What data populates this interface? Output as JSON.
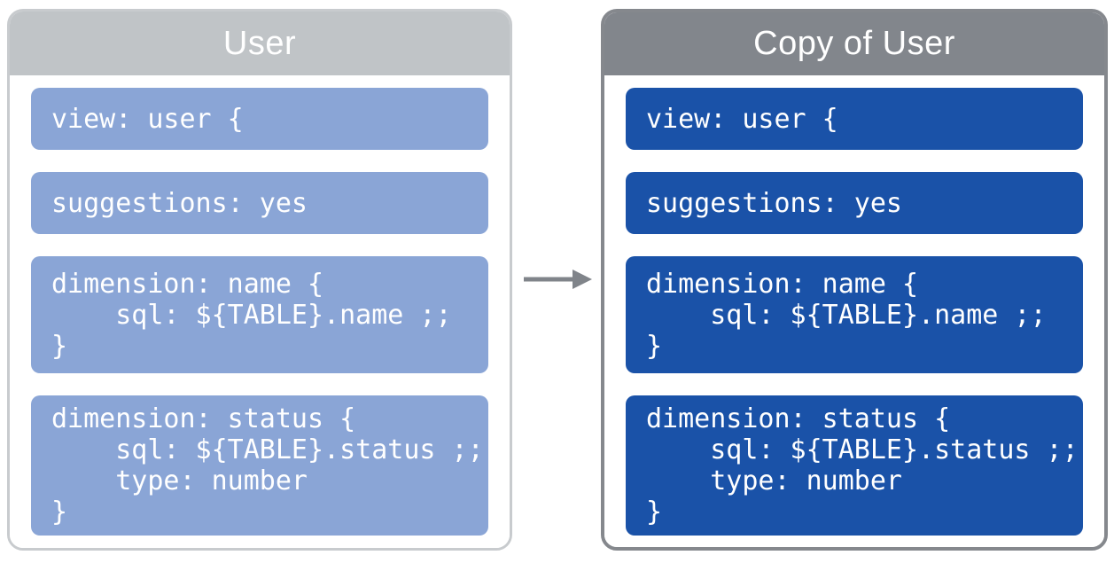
{
  "panels": {
    "left": {
      "title": "User",
      "header_color": "#c0c4c7",
      "border_color": "#c8cbce",
      "block_color": "#8aa5d6",
      "body_color": "#ffffff",
      "text_color": "#ffffff",
      "blocks": [
        {
          "lines": [
            "view: user {"
          ]
        },
        {
          "lines": [
            "suggestions: yes"
          ]
        },
        {
          "lines": [
            "dimension: name {",
            "    sql: ${TABLE}.name ;;",
            "}"
          ]
        },
        {
          "lines": [
            "dimension: status {",
            "    sql: ${TABLE}.status ;;",
            "    type: number",
            "}"
          ]
        }
      ]
    },
    "right": {
      "title": "Copy of User",
      "header_color": "#82868c",
      "border_color": "#85888d",
      "block_color": "#1a52a8",
      "body_color": "#ffffff",
      "text_color": "#ffffff",
      "blocks": [
        {
          "lines": [
            "view: user {"
          ]
        },
        {
          "lines": [
            "suggestions: yes"
          ]
        },
        {
          "lines": [
            "dimension: name {",
            "    sql: ${TABLE}.name ;;",
            "}"
          ]
        },
        {
          "lines": [
            "dimension: status {",
            "    sql: ${TABLE}.status ;;",
            "    type: number",
            "}"
          ]
        }
      ]
    }
  },
  "arrow": {
    "label": "copy-direction-right",
    "color": "#80848a"
  }
}
